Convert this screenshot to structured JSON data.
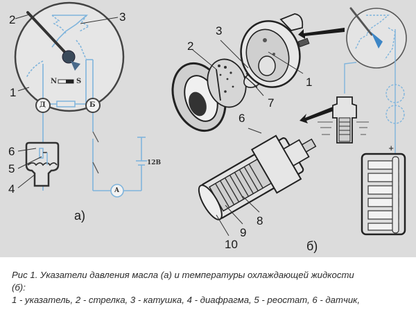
{
  "figure": {
    "panel_a": {
      "label": "а)",
      "gauge_terminals": {
        "left": "Д",
        "right": "Б"
      },
      "magnet": {
        "north": "N",
        "south": "S"
      },
      "battery_label": "12В",
      "ammeter_label": "A",
      "callouts": [
        "1",
        "2",
        "3",
        "4",
        "5",
        "6"
      ]
    },
    "panel_b": {
      "label": "б)",
      "battery_plus": "+",
      "callouts": [
        "1",
        "2",
        "3",
        "6",
        "7",
        "8",
        "9",
        "10"
      ]
    },
    "colors": {
      "background": "#dcdcdc",
      "wire_blue": "#7fb4dc",
      "ink": "#2b2b2b",
      "needle_blue": "#3d86c6"
    }
  },
  "caption": {
    "line1": "Рис 1. Указатели давления масла (а) и температуры охлаждающей жидкости",
    "line2": "(б):",
    "line3": "1 - указатель, 2 - стрелка, 3 - катушка, 4 - диафрагма, 5 - реостат, 6 - датчик,"
  }
}
